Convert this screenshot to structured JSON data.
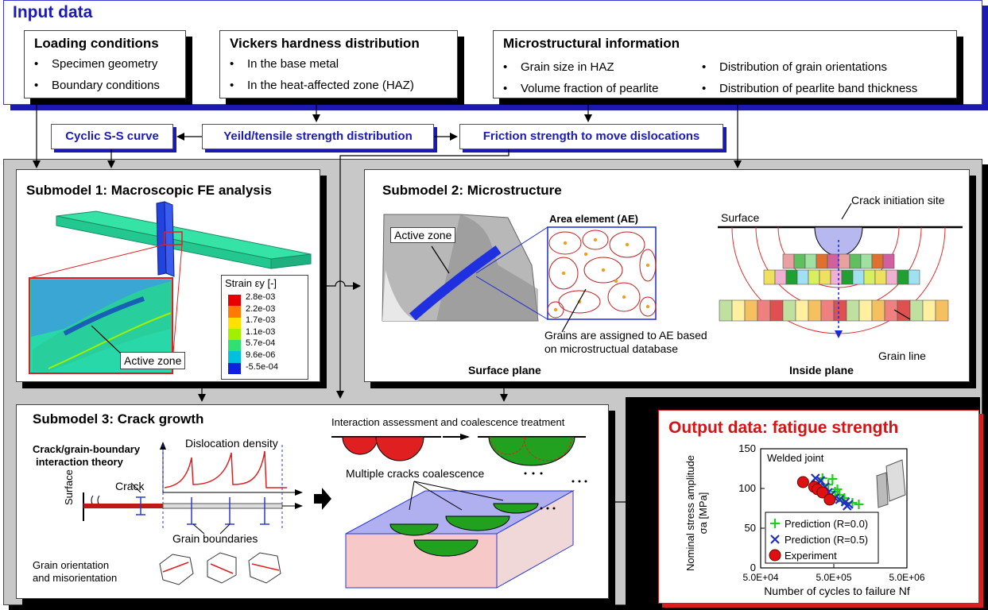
{
  "input": {
    "title": "Input data",
    "loading": {
      "title": "Loading conditions",
      "items": [
        "Specimen geometry",
        "Boundary conditions"
      ]
    },
    "vickers": {
      "title": "Vickers hardness distribution",
      "items": [
        "In the base metal",
        "In the heat-affected zone (HAZ)"
      ]
    },
    "micro": {
      "title": "Microstructural information",
      "items_left": [
        "Grain size in HAZ",
        "Volume fraction of pearlite"
      ],
      "items_right": [
        "Distribution of grain orientations",
        "Distribution of pearlite band thickness"
      ]
    }
  },
  "flow": {
    "cyclic": "Cyclic S-S curve",
    "yield": "Yeild/tensile strength distribution",
    "friction": "Friction strength to move dislocations"
  },
  "sub1": {
    "title": "Submodel 1: Macroscopic FE analysis",
    "active_zone": "Active zone",
    "legend_title": "Strain εy [-]",
    "legend_values": [
      "2.8e-03",
      "2.2e-03",
      "1.7e-03",
      "1.1e-03",
      "5.7e-04",
      "9.6e-06",
      "-5.5e-04"
    ],
    "legend_colors": [
      "#e80000",
      "#ff7a00",
      "#ffe000",
      "#a0f000",
      "#30e070",
      "#00c0e0",
      "#1020e0"
    ]
  },
  "sub2": {
    "title": "Submodel 2: Microstructure",
    "active_zone": "Active zone",
    "ae_title": "Area element (AE)",
    "grains_note_1": "Grains are assigned to AE based",
    "grains_note_2": "on microstructual database",
    "surface_plane": "Surface plane",
    "crack_site": "Crack initiation site",
    "surface": "Surface",
    "grain_line": "Grain line",
    "inside_plane": "Inside plane"
  },
  "sub3": {
    "title": "Submodel 3: Crack growth",
    "theory_1": "Crack/grain-boundary",
    "theory_2": "interaction theory",
    "dislocation": "Dislocation density",
    "crack": "Crack",
    "surface": "Surface",
    "grain_boundaries": "Grain boundaries",
    "orientation_1": "Grain orientation",
    "orientation_2": "and misorientation",
    "interaction": "Interaction assessment and coalescence treatment",
    "multiple": "Multiple cracks coalescence"
  },
  "output": {
    "title": "Output data: fatigue strength"
  },
  "chart_data": {
    "type": "scatter",
    "annotation": "Welded joint",
    "ylabel_1": "Nominal stress amplitude",
    "ylabel_2": "σa [MPa]",
    "xlabel": "Number of cycles to failure Nf",
    "x_scale": "log",
    "xlim": [
      50000,
      5000000
    ],
    "ylim": [
      0,
      150
    ],
    "xticks": [
      "5.0E+04",
      "5.0E+05",
      "5.0E+06"
    ],
    "yticks": [
      "0",
      "50",
      "100",
      "150"
    ],
    "legend_position": "bottom-left",
    "series": [
      {
        "name": "Prediction (R=0.0)",
        "marker": "plus",
        "color": "#22cc22",
        "points": [
          [
            350000,
            113
          ],
          [
            480000,
            112
          ],
          [
            420000,
            105
          ],
          [
            560000,
            99
          ],
          [
            520000,
            96
          ],
          [
            600000,
            92
          ],
          [
            700000,
            88
          ],
          [
            650000,
            84
          ],
          [
            900000,
            82
          ],
          [
            1100000,
            80
          ]
        ]
      },
      {
        "name": "Prediction (R=0.5)",
        "marker": "x",
        "color": "#2030c0",
        "points": [
          [
            280000,
            113
          ],
          [
            330000,
            110
          ],
          [
            300000,
            105
          ],
          [
            380000,
            102
          ],
          [
            350000,
            97
          ],
          [
            420000,
            95
          ],
          [
            460000,
            92
          ],
          [
            520000,
            88
          ],
          [
            600000,
            86
          ],
          [
            720000,
            83
          ],
          [
            800000,
            80
          ],
          [
            760000,
            78
          ]
        ]
      },
      {
        "name": "Experiment",
        "marker": "circle",
        "color": "#e01010",
        "points": [
          [
            190000,
            108
          ],
          [
            270000,
            102
          ],
          [
            300000,
            99
          ],
          [
            350000,
            95
          ],
          [
            440000,
            86
          ]
        ]
      }
    ]
  }
}
